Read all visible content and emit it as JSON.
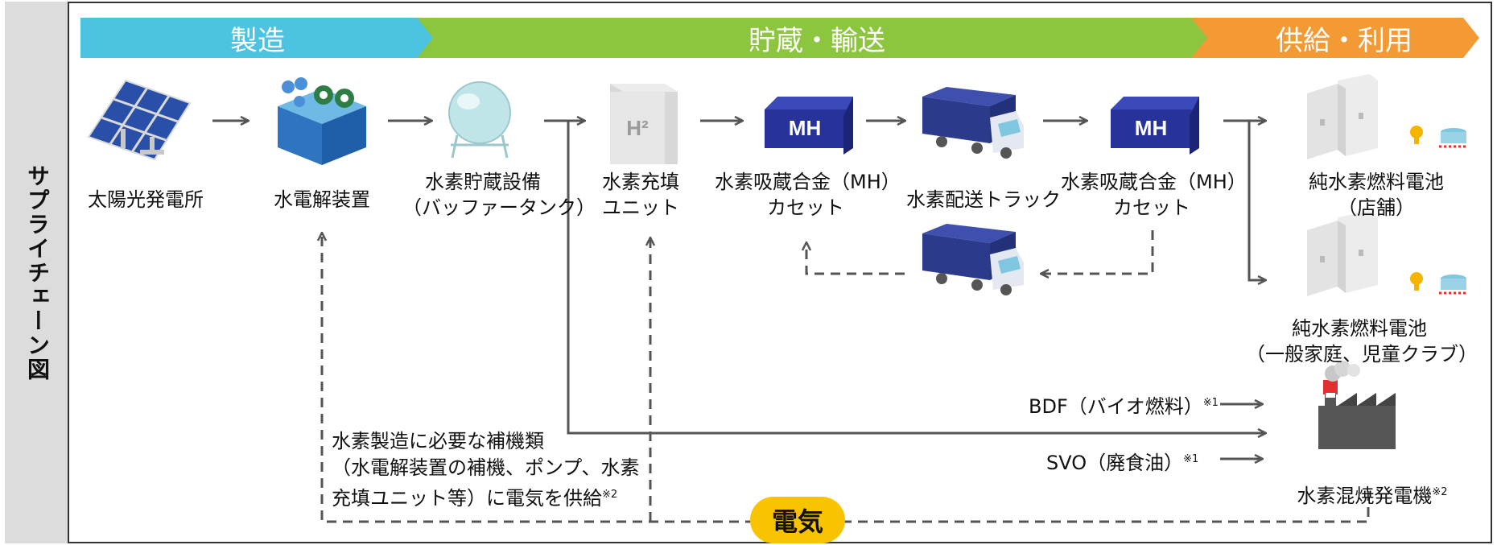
{
  "side_label": "サプライチェーン図",
  "phases": [
    {
      "label": "製造",
      "color": "#4cc3e0"
    },
    {
      "label": "貯蔵・輸送",
      "color": "#8cc63e"
    },
    {
      "label": "供給・利用",
      "color": "#f39a34"
    }
  ],
  "nodes": {
    "solar": "太陽光発電所",
    "electrolyzer": "水電解装置",
    "storage": [
      "水素貯蔵設備",
      "（バッファータンク）"
    ],
    "filling": [
      "水素充填",
      "ユニット"
    ],
    "mh1": [
      "水素吸蔵合金（MH）",
      "カセット"
    ],
    "truck": "水素配送トラック",
    "mh2": [
      "水素吸蔵合金（MH）",
      "カセット"
    ],
    "fc_store": [
      "純水素燃料電池",
      "（店舗）"
    ],
    "fc_home": [
      "純水素燃料電池",
      "（一般家庭、児童クラブ）"
    ],
    "generator": "水素混焼発電機",
    "generator_note": "※2"
  },
  "icon_text": {
    "h2": "H²",
    "mh": "MH"
  },
  "fuels": {
    "bdf": "BDF（バイオ燃料）",
    "bdf_note": "※1",
    "svo": "SVO（廃食油）",
    "svo_note": "※1"
  },
  "aux_note": {
    "line1": "水素製造に必要な補機類",
    "line2": "（水電解装置の補機、ポンプ、水素",
    "line3": "充填ユニット等）に電気を供給",
    "note": "※2"
  },
  "electricity": "電気",
  "colors": {
    "arrow": "#555555",
    "mh_box": "#27339a",
    "truck": "#2c3a8c",
    "electricity": "#f8c300"
  }
}
